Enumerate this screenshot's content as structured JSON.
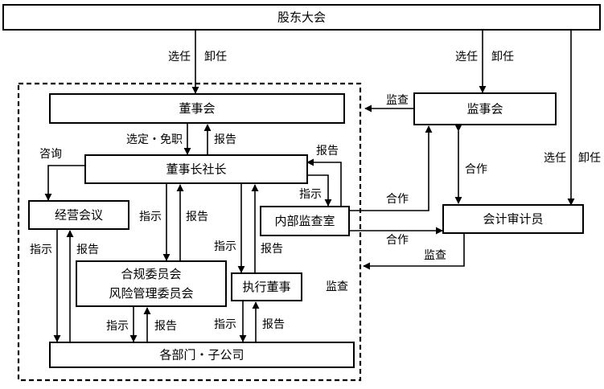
{
  "nodes": {
    "shareholders": "股东大会",
    "board": "董事会",
    "auditors": "监事会",
    "president": "董事长社长",
    "management_meeting": "经营会议",
    "internal_audit": "内部监查室",
    "accounting_auditor": "会计审计员",
    "committees_line1": "合规委员会",
    "committees_line2": "风险管理委员会",
    "exec_director": "执行董事",
    "departments": "各部门・子公司"
  },
  "labels": {
    "elect_board": "选任",
    "dismiss_board": "卸任",
    "elect_auditors": "选任",
    "dismiss_auditors": "卸任",
    "elect_accounting": "选任",
    "dismiss_accounting": "卸任",
    "monitor_board": "监查",
    "appoint_dismiss": "选定・免职",
    "report_president_board": "报告",
    "consult": "咨询",
    "report_ia": "报告",
    "instruct_ia": "指示",
    "cooperate_auditors_accounting": "合作",
    "cooperate_auditors_ia": "合作",
    "cooperate_ia_accounting": "合作",
    "monitor_from_accounting": "监查",
    "monitor_region": "监查",
    "instruct_committees": "指示",
    "report_committees": "报告",
    "instruct_exec": "指示",
    "report_exec": "报告",
    "instruct_meeting_dept": "指示",
    "report_meeting_dept": "报告",
    "instruct_committees_dept": "指示",
    "report_committees_dept": "报告",
    "instruct_exec_dept": "指示",
    "report_exec_dept": "报告"
  }
}
